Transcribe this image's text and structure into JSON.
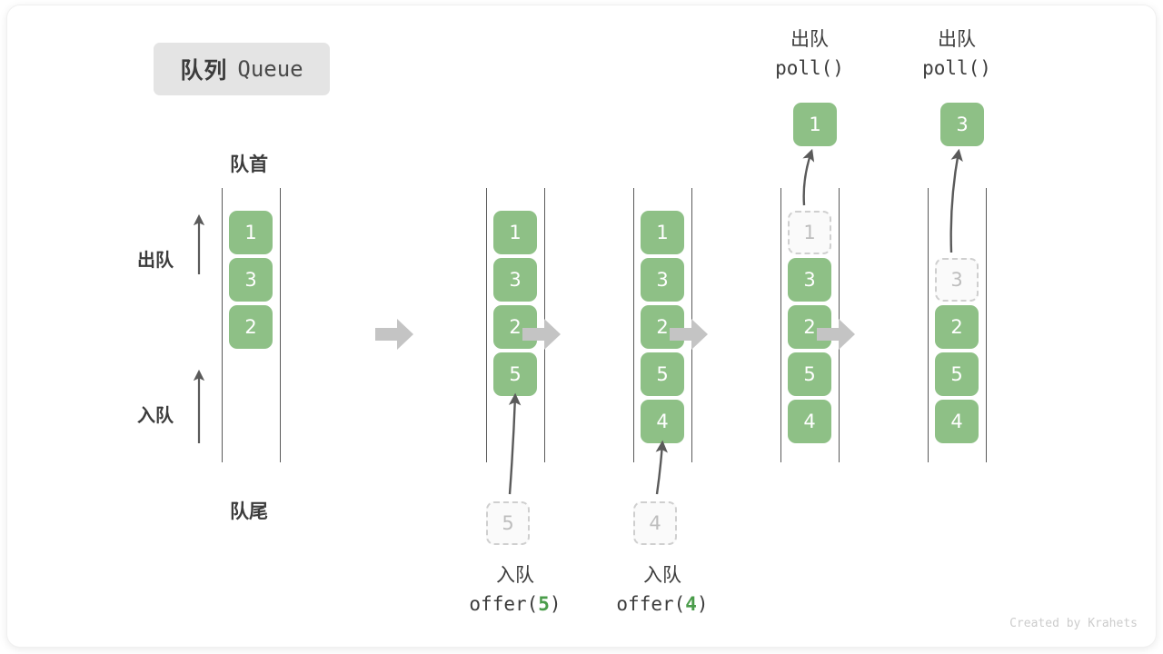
{
  "title": {
    "cn": "队列",
    "en": "Queue"
  },
  "labels": {
    "head": "队首",
    "tail": "队尾",
    "dequeue_side": "出队",
    "enqueue_side": "入队"
  },
  "colors": {
    "element_fill": "#8ec086",
    "element_text": "#ffffff",
    "ghost_fill": "#fafafa",
    "ghost_border": "#cfcfcf",
    "ghost_text": "#bdbdbd",
    "rail": "#5a5a5a",
    "block_arrow": "#c4c4c4",
    "text": "#3c3c3c",
    "badge_bg": "#e4e4e4",
    "code_arg": "#4a9c4a"
  },
  "stages": [
    {
      "name": "initial",
      "elements": [
        "1",
        "3",
        "2"
      ],
      "ghost_in_queue": null,
      "incoming_ghost": null,
      "popped": null,
      "caption": null
    },
    {
      "name": "after-offer-5",
      "elements": [
        "1",
        "3",
        "2",
        "5"
      ],
      "ghost_in_queue": null,
      "incoming_ghost": "5",
      "popped": null,
      "caption": {
        "cn": "入队",
        "code_prefix": "offer(",
        "arg": "5",
        "code_suffix": ")"
      }
    },
    {
      "name": "after-offer-4",
      "elements": [
        "1",
        "3",
        "2",
        "5",
        "4"
      ],
      "ghost_in_queue": null,
      "incoming_ghost": "4",
      "popped": null,
      "caption": {
        "cn": "入队",
        "code_prefix": "offer(",
        "arg": "4",
        "code_suffix": ")"
      }
    },
    {
      "name": "after-poll-1",
      "elements": [
        "3",
        "2",
        "5",
        "4"
      ],
      "ghost_in_queue": "1",
      "incoming_ghost": null,
      "popped": "1",
      "caption": {
        "cn": "出队",
        "code_prefix": "poll(",
        "arg": "",
        "code_suffix": ")"
      }
    },
    {
      "name": "after-poll-3",
      "elements": [
        "2",
        "5",
        "4"
      ],
      "ghost_in_queue": "3",
      "incoming_ghost": null,
      "popped": "3",
      "caption": {
        "cn": "出队",
        "code_prefix": "poll(",
        "arg": "",
        "code_suffix": ")"
      }
    }
  ],
  "credit": "Created by Krahets"
}
